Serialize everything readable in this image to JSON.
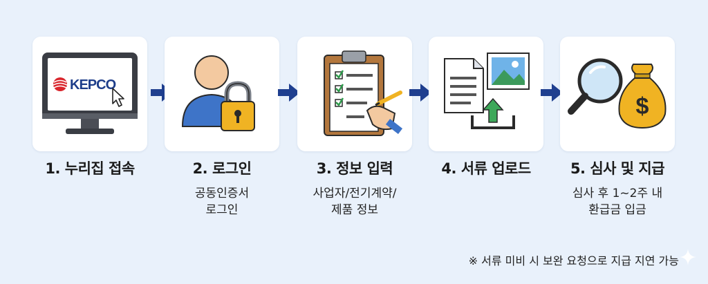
{
  "steps": [
    {
      "title": "1. 누리집 접속",
      "desc": [],
      "icon": "monitor-icon",
      "logo_text": "KEPCO"
    },
    {
      "title": "2. 로그인",
      "desc": [
        "공동인증서",
        "로그인"
      ],
      "icon": "user-lock-icon"
    },
    {
      "title": "3. 정보 입력",
      "desc": [
        "사업자/전기계약/",
        "제품 정보"
      ],
      "icon": "clipboard-icon"
    },
    {
      "title": "4. 서류 업로드",
      "desc": [],
      "icon": "document-upload-icon"
    },
    {
      "title": "5. 심사 및 지급",
      "desc": [
        "심사 후 1~2주 내",
        "환급금 입금"
      ],
      "icon": "magnifier-money-icon"
    }
  ],
  "note": "※ 서류 미비 시 보완 요청으로 지급 지연 가능",
  "colors": {
    "background": "#e9f1fb",
    "card": "#ffffff",
    "arrow": "#1f3f8f",
    "brand_red": "#d9252c",
    "brand_navy": "#1d3d8a"
  }
}
